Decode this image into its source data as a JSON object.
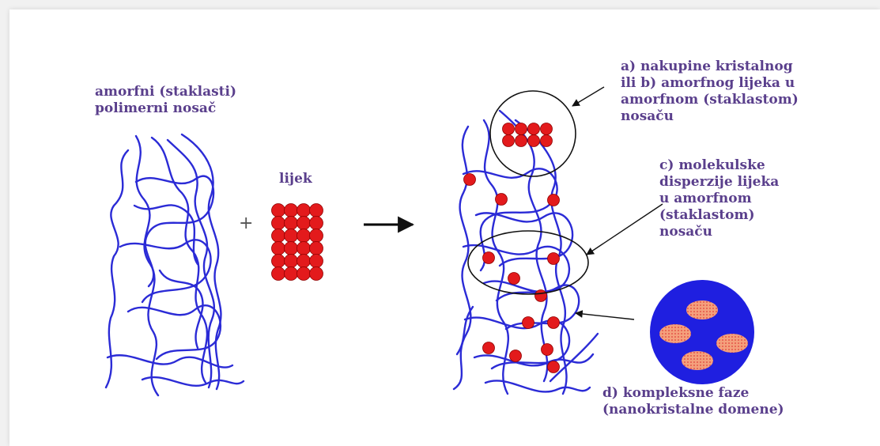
{
  "labels": {
    "carrier": "amorfni (staklasti)\npolimerni nosač",
    "drug": "lijek",
    "plus": "+",
    "a_b": "a) nakupine kristalnog\nili b) amorfnog lijeka u\namorfnom (staklastom)\nnosaču",
    "c": "c) molekulske\ndisperzije lijeka\nu amorfnom\n(staklastom)\nnosaču",
    "d": "d) kompleksne faze\n(nanokristalne domene)"
  },
  "colors": {
    "polymer": "#2b2bd6",
    "drug_particle": "#e31a1c",
    "label_text": "#5a3f8c",
    "domain_fill": "#1f1fe0",
    "nanocrystal": "#f4a07c"
  }
}
